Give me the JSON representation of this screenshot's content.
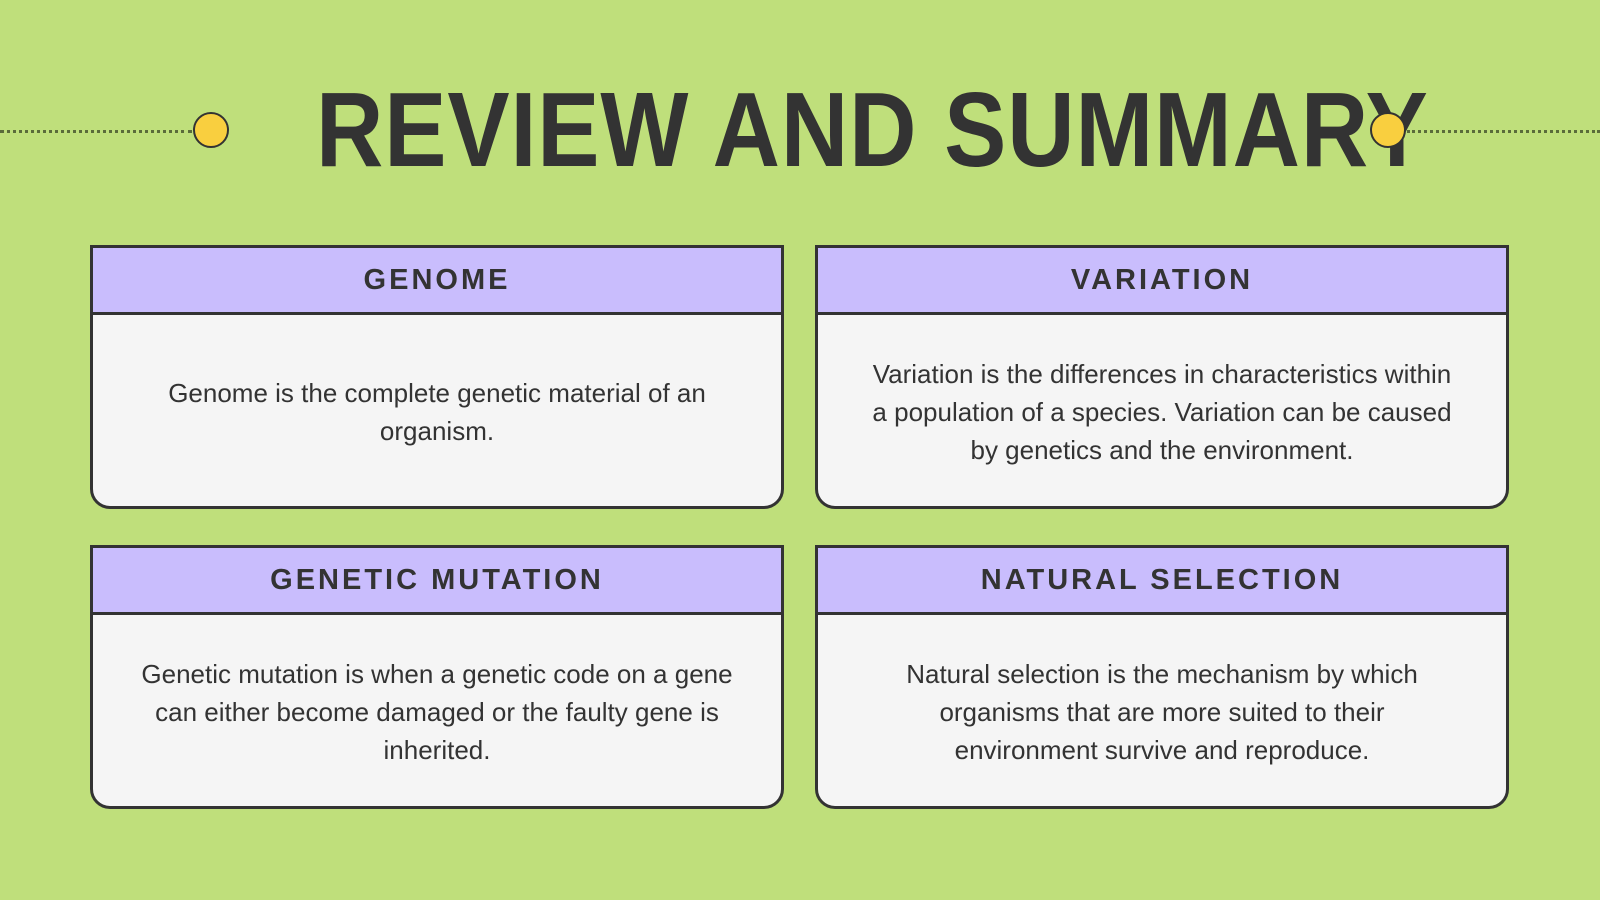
{
  "page": {
    "title": "REVIEW AND SUMMARY",
    "background_color": "#bfdf7b",
    "accent_dot_color": "#f9cf3f",
    "header_color": "#c9bdfd"
  },
  "cards": [
    {
      "title": "GENOME",
      "text": "Genome is the complete genetic material of an organism."
    },
    {
      "title": "VARIATION",
      "text": "Variation is the differences in characteristics within a population of a species. Variation can be caused by genetics and the environment."
    },
    {
      "title": "GENETIC MUTATION",
      "text": "Genetic mutation is when a genetic code on a gene can either become damaged or the faulty gene is inherited."
    },
    {
      "title": "NATURAL SELECTION",
      "text": "Natural selection is the mechanism by which organisms that are more suited to their environment survive and reproduce."
    }
  ]
}
